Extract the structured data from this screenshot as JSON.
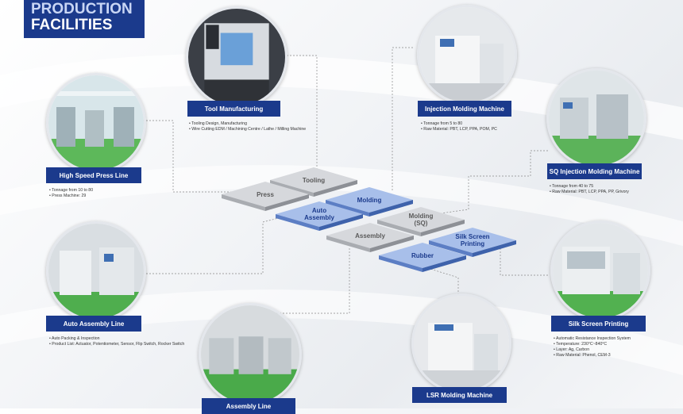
{
  "header": {
    "title_line1": "PRODUCTION",
    "title_line2": "FACILITIES"
  },
  "colors": {
    "navy": "#1b3a8c",
    "tile_gray": "#d6d8dc",
    "tile_blue": "#a8bfea"
  },
  "facilities": [
    {
      "id": "tool",
      "label": "Tool Manufacturing",
      "details": [
        "Tooling Design, Manufacturing",
        "Wire Cutting EDM / Machining Centre / Lathe / Milling Machine"
      ]
    },
    {
      "id": "press",
      "label": "High Speed Press Line",
      "details": [
        "Tonnage from 10 to 80",
        "Press Machine: 29"
      ]
    },
    {
      "id": "injection",
      "label": "Injection Molding Machine",
      "details": [
        "Tonnage from 5 to 80",
        "Raw Material: PBT, LCP, PPA, POM, PC"
      ]
    },
    {
      "id": "sq",
      "label": "SQ Injection Molding Machine",
      "details": [
        "Tonnage from 40 to 75",
        "Raw Material: PBT, LCP, PPA, PP, Grivory"
      ]
    },
    {
      "id": "auto",
      "label": "Auto Assembly Line",
      "details": [
        "Auto Packing & Inspection",
        "Product List: Actuator, Potentiometer, Sensor, Flip Switch, Rocker Switch"
      ]
    },
    {
      "id": "silk",
      "label": "Silk Screen Printing",
      "details": [
        "Automatic Resistance Inspection System",
        "Temperature: 230°C~840°C",
        "Layer: Ag, Carbon",
        "Raw Material: Phenol, CEM-3"
      ]
    },
    {
      "id": "lsr",
      "label": "LSR Molding Machine",
      "details": []
    },
    {
      "id": "assembly",
      "label": "Assembly Line",
      "details": []
    }
  ],
  "tiles": {
    "tooling": "Tooling",
    "press": "Press",
    "molding": "Molding",
    "auto_line1": "Auto",
    "auto_line2": "Assembly",
    "sq_line1": "Molding",
    "sq_line2": "(SQ)",
    "assembly": "Assembly",
    "silk_line1": "Silk Screen",
    "silk_line2": "Printing",
    "rubber": "Rubber"
  }
}
